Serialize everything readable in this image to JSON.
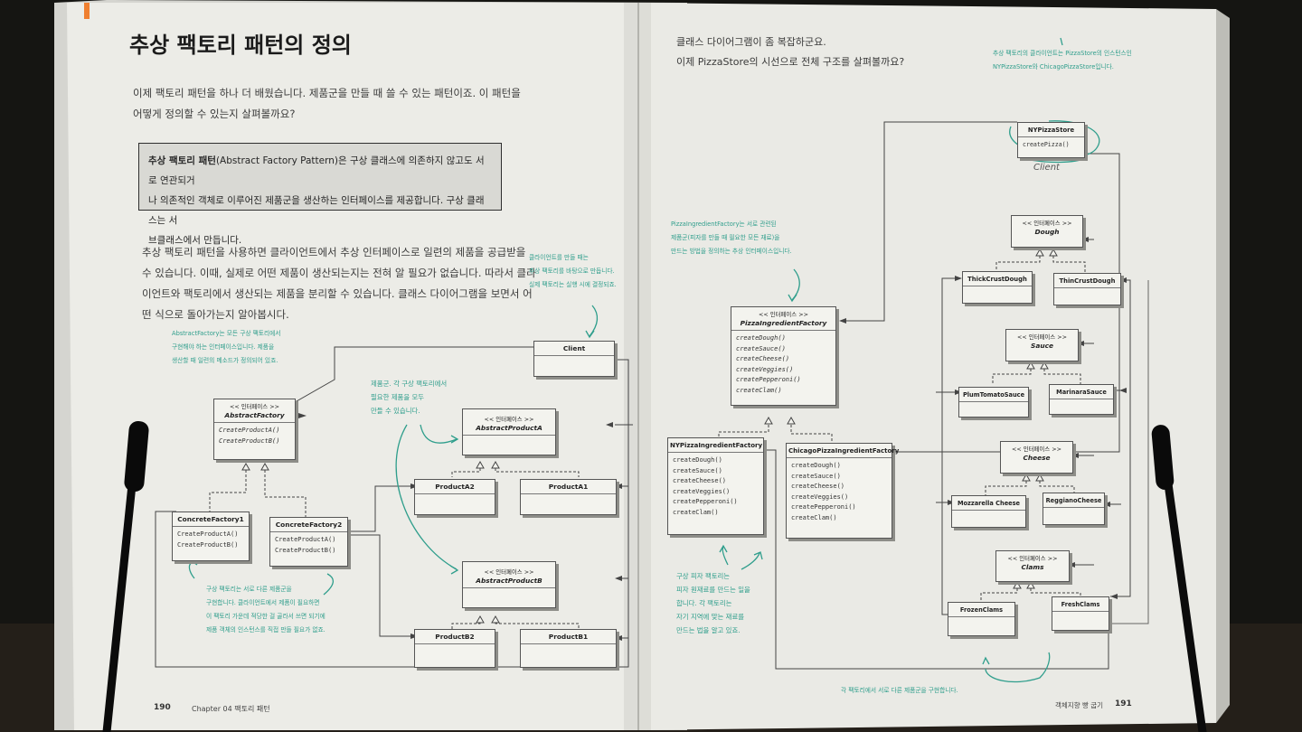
{
  "left_page": {
    "title": "추상 팩토리 패턴의 정의",
    "intro": [
      "이제 팩토리 패턴을 하나 더 배웠습니다. 제품군을 만들 때 쓸 수 있는 패턴이죠. 이 패턴을",
      "어떻게 정의할 수 있는지 살펴볼까요?"
    ],
    "definition": {
      "term": "추상 팩토리 패턴",
      "text": [
        "(Abstract Factory Pattern)은 구상 클래스에 의존하지 않고도 서로 연관되거",
        "나 의존적인 객체로 이루어진 제품군을 생산하는 인터페이스를 제공합니다. 구상 클래스는 서",
        "브클래스에서 만듭니다."
      ]
    },
    "body": [
      "추상 팩토리 패턴을 사용하면 클라이언트에서 추상 인터페이스로 일련의 제품을 공급받을",
      "수 있습니다. 이때, 실제로 어떤 제품이 생산되는지는 전혀 알 필요가 없습니다. 따라서 클라",
      "이언트와 팩토리에서 생산되는 제품을 분리할 수 있습니다. 클래스 다이어그램을 보면서 어",
      "떤 식으로 돌아가는지 알아봅시다."
    ],
    "notes": {
      "client_note": [
        "클라이언트를 만들 때는",
        "추상 팩토리를 바탕으로 만듭니다.",
        "실제 팩토리는 실행 시에 결정되죠."
      ],
      "abstract_factory_note": [
        "AbstractFactory는 모든 구상 팩토리에서",
        "구현해야 하는 인터페이스입니다. 제품을",
        "생산할 때 일련의 메소드가 정의되어 있죠."
      ],
      "products_note": [
        "제품군. 각 구상 팩토리에서",
        "필요한 제품을 모두",
        "만들 수 있습니다."
      ],
      "concrete_note": [
        "구상 팩토리는 서로 다른 제품군을",
        "구현합니다. 클라이언트에서 제품이 필요하면",
        "이 팩토리 가운데 적당한 걸 골라서 쓰면 되기에",
        "제품 객체의 인스턴스를 직접 만들 필요가 없죠."
      ]
    },
    "diagram": {
      "client": "Client",
      "stereotype": "<< 인터페이스 >>",
      "abstract_factory": {
        "name": "AbstractFactory",
        "methods": [
          "CreateProductA()",
          "CreateProductB()"
        ]
      },
      "concrete_factory1": {
        "name": "ConcreteFactory1",
        "methods": [
          "CreateProductA()",
          "CreateProductB()"
        ]
      },
      "concrete_factory2": {
        "name": "ConcreteFactory2",
        "methods": [
          "CreateProductA()",
          "CreateProductB()"
        ]
      },
      "abstract_product_a": "AbstractProductA",
      "abstract_product_b": "AbstractProductB",
      "product_a1": "ProductA1",
      "product_a2": "ProductA2",
      "product_b1": "ProductB1",
      "product_b2": "ProductB2"
    },
    "page_number": "190",
    "footer": "Chapter 04  팩토리 패턴"
  },
  "right_page": {
    "intro": [
      "클래스 다이어그램이 좀 복잡하군요.",
      "이제 PizzaStore의 시선으로 전체 구조를 살펴볼까요?"
    ],
    "notes": {
      "client_note": [
        "추상 팩토리의 클라이언트는 PizzaStore의 인스턴스인",
        "NYPizzaStore와 ChicagoPizzaStore입니다."
      ],
      "factory_note": [
        "PizzaIngredientFactory는 서로 관련된",
        "제품군(피자를 만들 때 필요한 모든 재료)을",
        "만드는 방법을 정의하는 추상 인터페이스입니다."
      ],
      "concrete_note": [
        "구상 피자 팩토리는",
        "피자 원재료를 만드는 일을",
        "합니다. 각 팩토리는",
        "자기 지역에 맞는 재료를",
        "만드는 법을 알고 있죠."
      ],
      "bottom_note": "각 팩토리에서 서로 다른 제품군을 구현합니다.",
      "handwritten": "Client"
    },
    "diagram": {
      "stereotype": "<< 인터페이스 >>",
      "stereotype_short": "<< 인터페이스 >>",
      "ny_pizza_store": {
        "name": "NYPizzaStore",
        "methods": [
          "createPizza()"
        ]
      },
      "pizza_ingredient_factory": {
        "name": "PizzaIngredientFactory",
        "methods": [
          "createDough()",
          "createSauce()",
          "createCheese()",
          "createVeggies()",
          "createPepperoni()",
          "createClam()"
        ]
      },
      "ny_factory": {
        "name": "NYPizzaIngredientFactory",
        "methods": [
          "createDough()",
          "createSauce()",
          "createCheese()",
          "createVeggies()",
          "createPepperoni()",
          "createClam()"
        ]
      },
      "chicago_factory": {
        "name": "ChicagoPizzaIngredientFactory",
        "methods": [
          "createDough()",
          "createSauce()",
          "createCheese()",
          "createVeggies()",
          "createPepperoni()",
          "createClam()"
        ]
      },
      "dough": "Dough",
      "thick_crust_dough": "ThickCrustDough",
      "thin_crust_dough": "ThinCrustDough",
      "sauce": "Sauce",
      "plum_tomato_sauce": "PlumTomatoSauce",
      "marinara_sauce": "MarinaraSauce",
      "cheese": "Cheese",
      "mozzarella_cheese": "Mozzarella Cheese",
      "reggiano_cheese": "ReggianoCheese",
      "clams": "Clams",
      "frozen_clams": "FrozenClams",
      "fresh_clams": "FreshClams"
    },
    "page_number": "191",
    "footer": "객체지향 빵 굽기"
  },
  "colors": {
    "note": "#2f9e8c",
    "page": "#eeeeea",
    "ink": "#1b1b1b",
    "definition_bg": "#d9d9d4"
  }
}
